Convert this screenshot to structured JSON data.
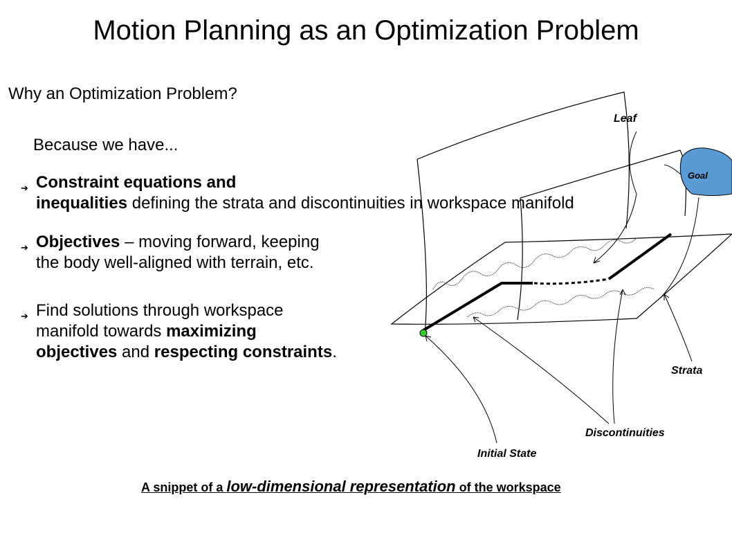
{
  "slide": {
    "title": "Motion Planning as an Optimization Problem",
    "subtitle": "Why an Optimization Problem?",
    "intro": "Because we have...",
    "bullets": [
      {
        "line1_bold": "Constraint equations and",
        "line2_bold": "inequalities",
        "line2_rest": " defining the strata and discontinuities in workspace manifold"
      },
      {
        "line1_bold": "Objectives",
        "line1_rest": " – moving forward, keeping",
        "line2": "the body well-aligned with terrain, etc."
      },
      {
        "line1": "Find solutions through workspace",
        "line2_pre": "manifold towards ",
        "line2_bold": "maximizing",
        "line3_bold1": "objectives",
        "line3_mid": " and ",
        "line3_bold2": "respecting constraints",
        "line3_end": "."
      }
    ],
    "bullet_icon": "right-arrow-icon"
  },
  "diagram": {
    "labels": {
      "leaf": "Leaf",
      "goal": "Goal",
      "strata": "Strata",
      "discontinuities": "Discontinuities",
      "initial_state": "Initial State"
    },
    "colors": {
      "goal_fill": "#5b9bd5",
      "start_fill": "#33cc33"
    }
  },
  "caption": {
    "part1": "A snippet of a ",
    "part2": "low-dimensional representation",
    "part3": " of the workspace"
  }
}
